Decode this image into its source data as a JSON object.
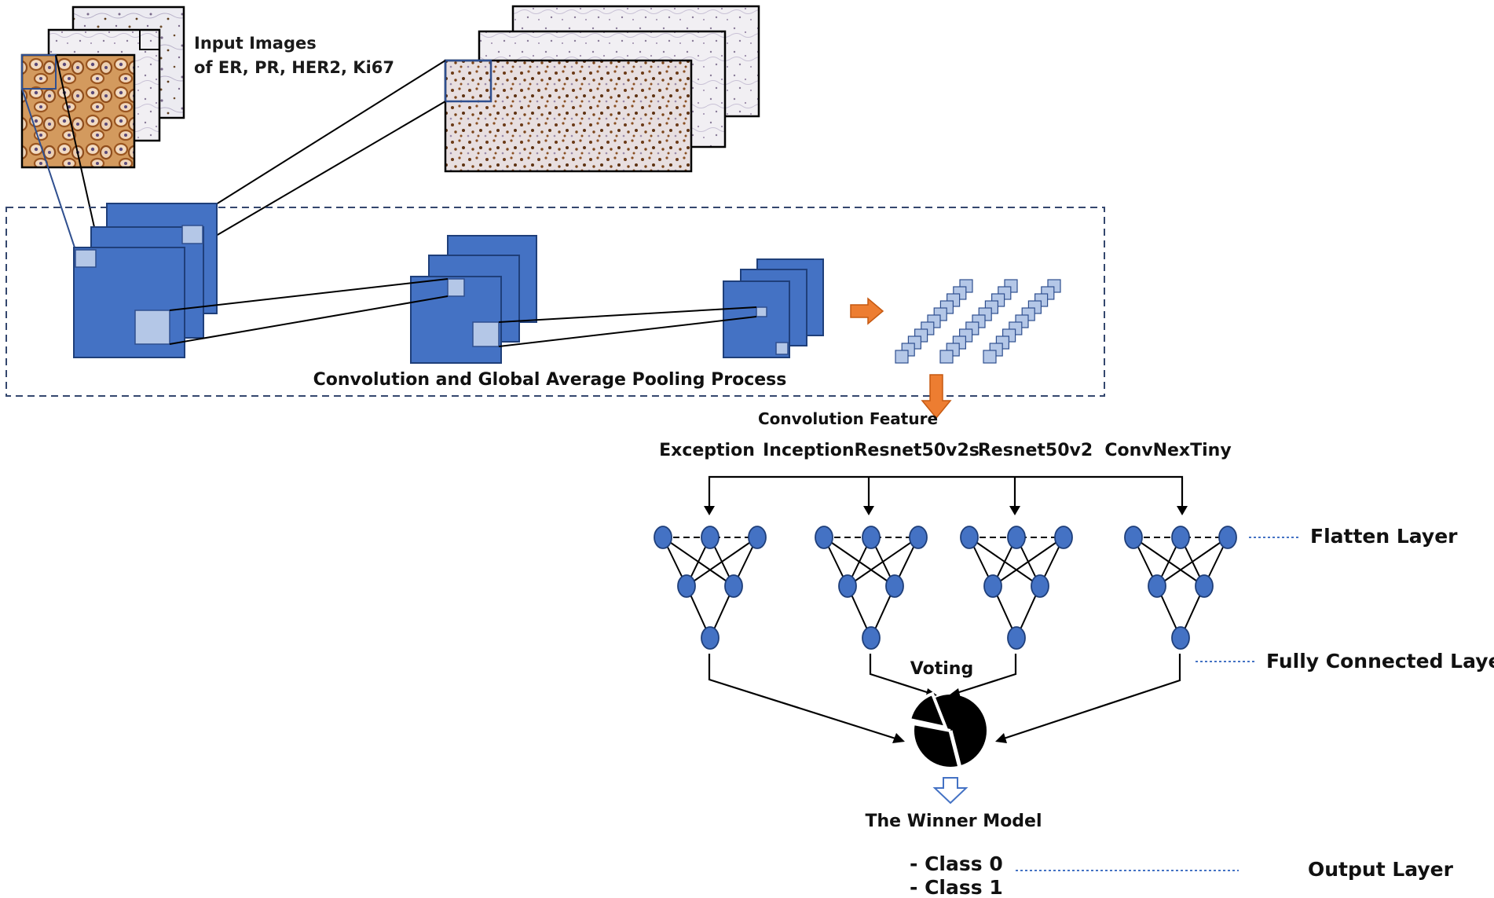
{
  "input": {
    "title_line1": "Input Images",
    "title_line2": "of ER, PR, HER2, Ki67"
  },
  "process": {
    "label": "Convolution and Global Average Pooling Process"
  },
  "feature": {
    "label": "Convolution Feature"
  },
  "models": [
    {
      "name": "Exception"
    },
    {
      "name": "InceptionResnet50v2s"
    },
    {
      "name": "Resnet50v2"
    },
    {
      "name": "ConvNexTiny"
    }
  ],
  "layers": {
    "flatten": "Flatten Layer",
    "fully_connected": "Fully Connected Layer",
    "output": "Output Layer"
  },
  "voting": {
    "label": "Voting"
  },
  "winner": {
    "label": "The Winner Model"
  },
  "outputs": {
    "class0": "- Class 0",
    "class1": "- Class 1"
  },
  "colors": {
    "conv_blue": "#4472c4",
    "light_patch": "#b4c7e7",
    "arrow_orange": "#ed7d31",
    "dotted_blue": "#4472c4",
    "stain_brown": "#c8843f",
    "tissue_bg": "#e9e6ef"
  }
}
